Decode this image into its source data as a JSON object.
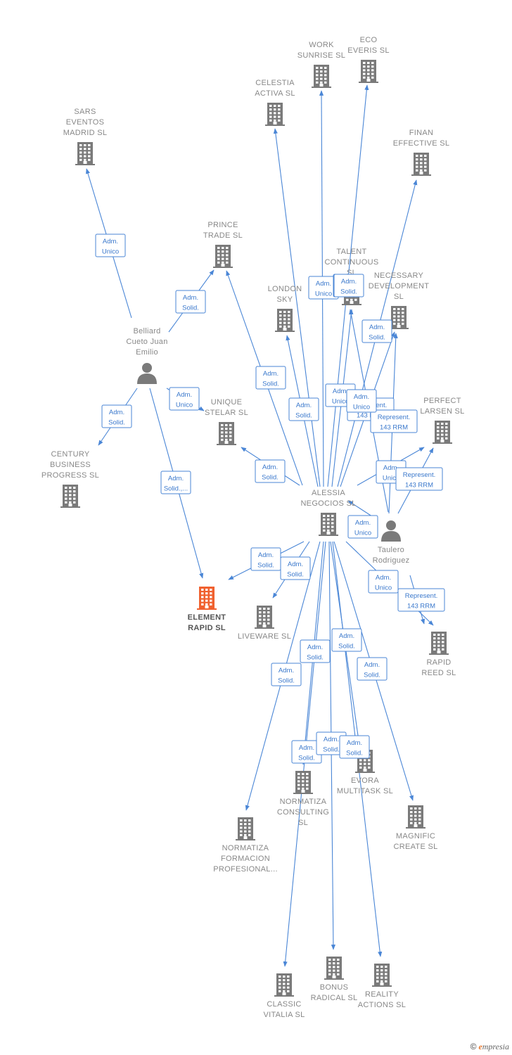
{
  "nodes": {
    "sars": {
      "type": "company",
      "label": [
        "SARS",
        "EVENTOS",
        "MADRID SL"
      ]
    },
    "prince": {
      "type": "company",
      "label": [
        "PRINCE",
        "TRADE SL"
      ]
    },
    "celestia": {
      "type": "company",
      "label": [
        "CELESTIA",
        "ACTIVA SL"
      ]
    },
    "work": {
      "type": "company",
      "label": [
        "WORK",
        "SUNRISE SL"
      ]
    },
    "eco": {
      "type": "company",
      "label": [
        "ECO",
        "EVERIS SL"
      ]
    },
    "finan": {
      "type": "company",
      "label": [
        "FINAN",
        "EFFECTIVE SL"
      ]
    },
    "talent": {
      "type": "company",
      "label": [
        "TALENT",
        "CONTINUOUS",
        "SL"
      ]
    },
    "london": {
      "type": "company",
      "label": [
        "LONDON",
        "SKY"
      ]
    },
    "necessary": {
      "type": "company",
      "label": [
        "NECESSARY",
        "DEVELOPMENT",
        "SL"
      ]
    },
    "belliard": {
      "type": "person",
      "label": [
        "Belliard",
        "Cueto Juan",
        "Emilio"
      ]
    },
    "unique": {
      "type": "company",
      "label": [
        "UNIQUE",
        "STELAR SL"
      ]
    },
    "century": {
      "type": "company",
      "label": [
        "CENTURY",
        "BUSINESS",
        "PROGRESS SL"
      ]
    },
    "perfect": {
      "type": "company",
      "label": [
        "PERFECT",
        "LARSEN SL"
      ]
    },
    "alessia": {
      "type": "company",
      "label": [
        "ALESSIA",
        "NEGOCIOS SL"
      ]
    },
    "taulero": {
      "type": "person",
      "label": [
        "Taulero",
        "Rodriguez"
      ]
    },
    "element": {
      "type": "focus",
      "label": [
        "ELEMENT",
        "RAPID SL"
      ]
    },
    "liveware": {
      "type": "company",
      "label": [
        "LIVEWARE SL"
      ]
    },
    "rapidreed": {
      "type": "company",
      "label": [
        "RAPID",
        "REED SL"
      ]
    },
    "evora": {
      "type": "company",
      "label": [
        "EVORA",
        "MULTITASK SL"
      ]
    },
    "normcons": {
      "type": "company",
      "label": [
        "NORMATIZA",
        "CONSULTING",
        "SL"
      ]
    },
    "normform": {
      "type": "company",
      "label": [
        "NORMATIZA",
        "FORMACION",
        "PROFESIONAL..."
      ]
    },
    "magnific": {
      "type": "company",
      "label": [
        "MAGNIFIC",
        "CREATE SL"
      ]
    },
    "classic": {
      "type": "company",
      "label": [
        "CLASSIC",
        "VITALIA SL"
      ]
    },
    "bonus": {
      "type": "company",
      "label": [
        "BONUS",
        "RADICAL SL"
      ]
    },
    "reality": {
      "type": "company",
      "label": [
        "REALITY",
        "ACTIONS SL"
      ]
    }
  },
  "relations": [
    {
      "from": "belliard",
      "to": "sars",
      "label": [
        "Adm.",
        "Unico"
      ]
    },
    {
      "from": "belliard",
      "to": "prince",
      "label": [
        "Adm.",
        "Solid."
      ]
    },
    {
      "from": "belliard",
      "to": "unique",
      "label": [
        "Adm.",
        "Unico"
      ]
    },
    {
      "from": "belliard",
      "to": "century",
      "label": [
        "Adm.",
        "Solid."
      ]
    },
    {
      "from": "belliard",
      "to": "element",
      "label": [
        "Adm.",
        "Solid.,..."
      ]
    },
    {
      "from": "alessia",
      "to": "prince",
      "label": [
        "Adm.",
        "Solid."
      ]
    },
    {
      "from": "alessia",
      "to": "celestia",
      "label": [
        "Adm.",
        "Unico"
      ]
    },
    {
      "from": "alessia",
      "to": "work",
      "label": [
        "Adm.",
        "Solid."
      ]
    },
    {
      "from": "alessia",
      "to": "eco",
      "label": [
        "Adm.",
        "Unico"
      ]
    },
    {
      "from": "alessia",
      "to": "talent",
      "label": [
        "Adm.",
        "Solid."
      ]
    },
    {
      "from": "alessia",
      "to": "london",
      "label": [
        "Adm.",
        "Solid."
      ]
    },
    {
      "from": "alessia",
      "to": "finan",
      "label": [
        "Represent.",
        "143 RRM"
      ]
    },
    {
      "from": "alessia",
      "to": "necessary",
      "label": [
        "Adm.",
        "Solid."
      ]
    },
    {
      "from": "alessia",
      "to": "unique",
      "label": [
        "Adm.",
        "Solid."
      ]
    },
    {
      "from": "alessia",
      "to": "perfect",
      "label": [
        "Adm.",
        "Unico"
      ]
    },
    {
      "from": "alessia",
      "to": "element",
      "label": [
        "Adm.",
        "Solid."
      ]
    },
    {
      "from": "alessia",
      "to": "liveware",
      "label": [
        "Adm.",
        "Solid."
      ]
    },
    {
      "from": "alessia",
      "to": "rapidreed",
      "label": [
        "Adm.",
        "Unico"
      ]
    },
    {
      "from": "alessia",
      "to": "normform",
      "label": [
        "Adm.",
        "Solid."
      ]
    },
    {
      "from": "alessia",
      "to": "normcons",
      "label": [
        "Adm.",
        "Solid."
      ]
    },
    {
      "from": "alessia",
      "to": "evora",
      "label": [
        "Adm.",
        "Solid."
      ]
    },
    {
      "from": "alessia",
      "to": "magnific",
      "label": [
        "Adm.",
        "Solid."
      ]
    },
    {
      "from": "alessia",
      "to": "classic",
      "label": [
        "Adm.",
        "Solid."
      ]
    },
    {
      "from": "alessia",
      "to": "bonus",
      "label": [
        "Adm.",
        "Solid."
      ]
    },
    {
      "from": "alessia",
      "to": "reality",
      "label": [
        "Adm.",
        "Solid."
      ]
    },
    {
      "from": "taulero",
      "to": "necessary",
      "label": [
        "Represent.",
        "143 RRM"
      ]
    },
    {
      "from": "taulero",
      "to": "perfect",
      "label": [
        "Represent.",
        "143 RRM"
      ]
    },
    {
      "from": "taulero",
      "to": "alessia",
      "label": [
        "Adm.",
        "Unico"
      ]
    },
    {
      "from": "taulero",
      "to": "rapidreed",
      "label": [
        "Represent.",
        "143 RRM"
      ]
    },
    {
      "from": "taulero",
      "to": "talent",
      "label": [
        "Adm.",
        "Unico"
      ]
    }
  ],
  "footer": {
    "copyright": "©",
    "brand_initial": "e",
    "brand_rest": "mpresia"
  },
  "colors": {
    "edge": "#4a86d6",
    "building": "#7a7a7a",
    "focus_building": "#f0612f",
    "person": "#7a7a7a"
  }
}
